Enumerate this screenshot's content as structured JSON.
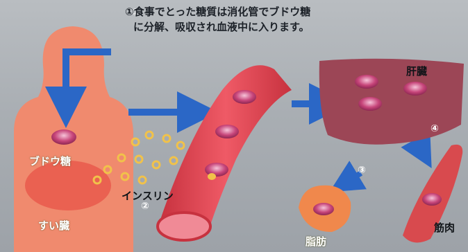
{
  "caption": {
    "line1": "①食事でとった糖質は消化管でブドウ糖",
    "line2": "に分解、吸収され血液中に入ります。"
  },
  "labels": {
    "glucose": "ブドウ糖",
    "small_intestine": "すい臓",
    "insulin": "インスリン",
    "liver": "肝臓",
    "fat": "脂肪",
    "muscle": "筋肉"
  },
  "step_markers": [
    "①",
    "②",
    "③",
    "④"
  ],
  "colors": {
    "body": "#f08a6e",
    "vessel": "#e8505e",
    "liver": "#9c4656",
    "arrow": "#2b67c6",
    "glucose_cell": "#c7457a",
    "insulin_dot": "#f1c24a",
    "fat": "#f0884c",
    "muscle": "#d84a4e"
  }
}
